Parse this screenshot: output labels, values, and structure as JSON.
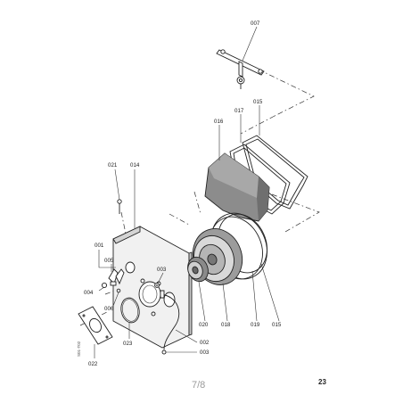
{
  "diagram": {
    "labels": {
      "p007": "007",
      "p017": "017",
      "p015_top": "015",
      "p016": "016",
      "p021": "021",
      "p014": "014",
      "p001": "001",
      "p005": "005",
      "p004": "004",
      "p006": "006",
      "p003_upper": "003",
      "p020": "020",
      "p018": "018",
      "p019": "019",
      "p015_bottom": "015",
      "p023": "023",
      "p002": "002",
      "p003_lower": "003",
      "p022": "022"
    },
    "side_code": "S01-T02"
  },
  "footer": {
    "page_indicator": "7/8",
    "page_number": "23"
  }
}
